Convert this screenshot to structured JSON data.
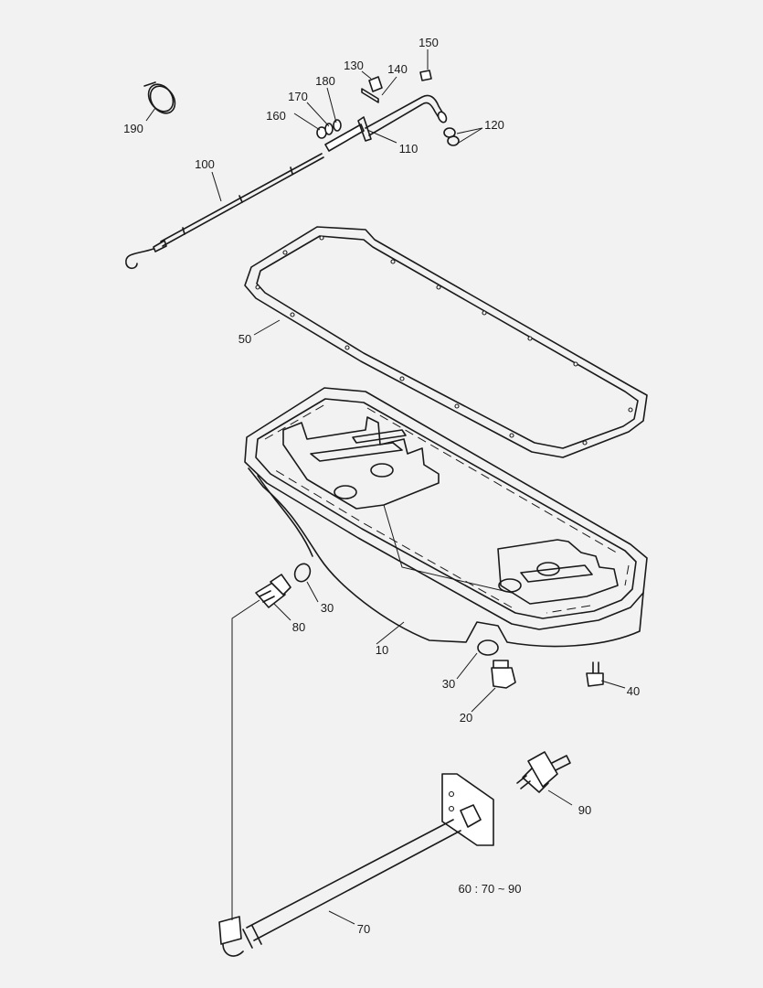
{
  "callouts": {
    "c10": "10",
    "c20": "20",
    "c30a": "30",
    "c30b": "30",
    "c40": "40",
    "c50": "50",
    "c70": "70",
    "c80": "80",
    "c90": "90",
    "c100": "100",
    "c110": "110",
    "c120": "120",
    "c130": "130",
    "c140": "140",
    "c150": "150",
    "c160": "160",
    "c170": "170",
    "c180": "180",
    "c190": "190"
  },
  "note": "60 : 70 ~ 90"
}
